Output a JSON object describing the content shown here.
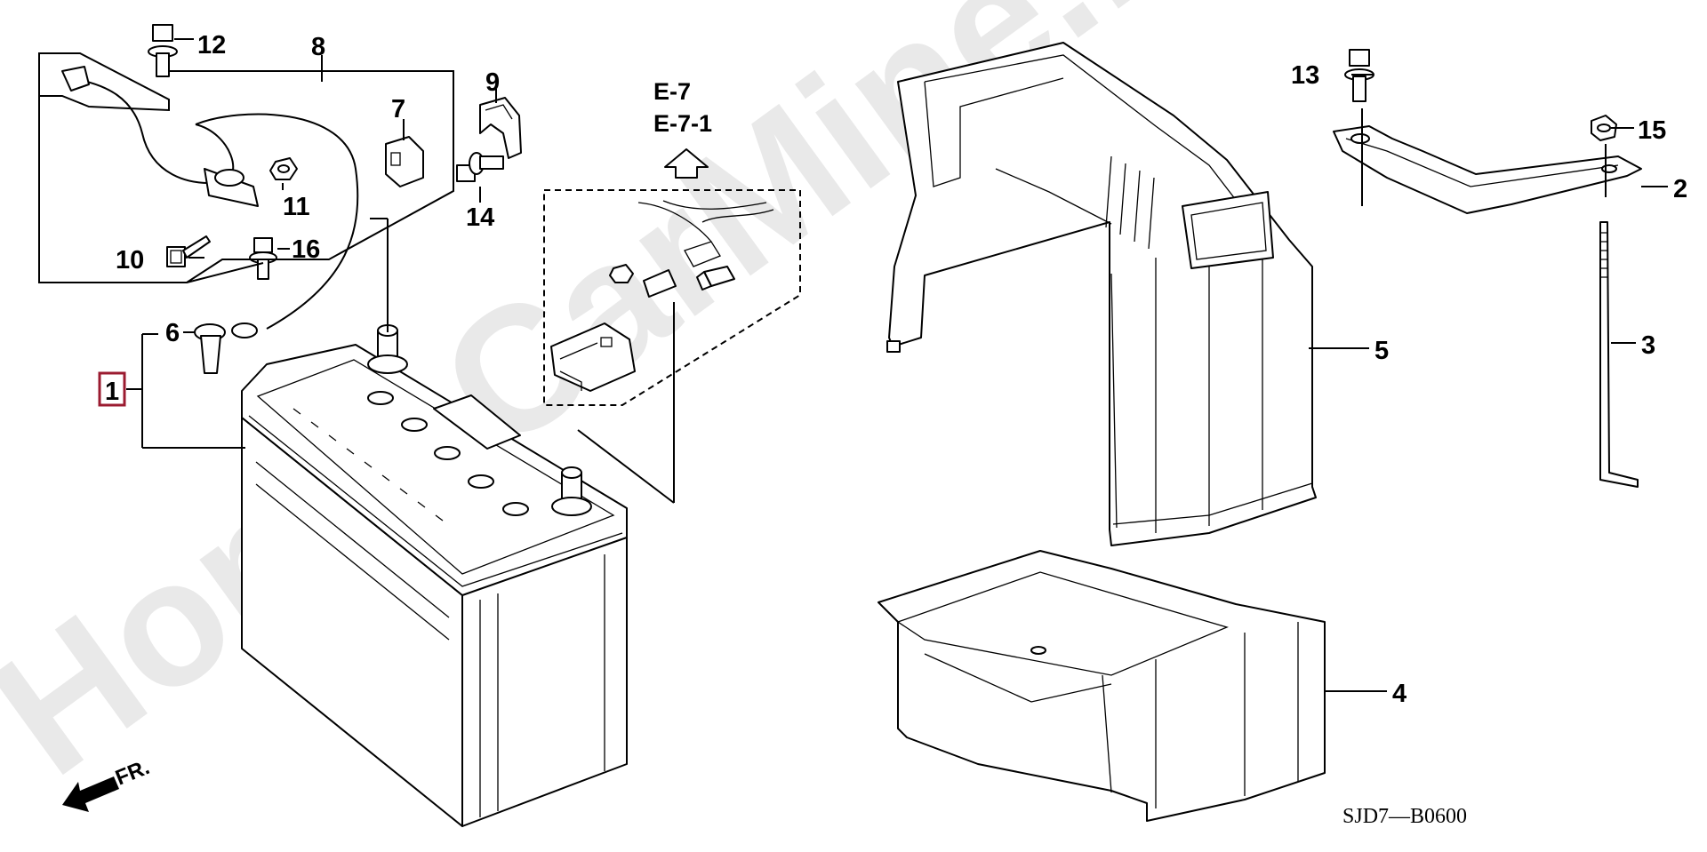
{
  "watermark": "HondaCarMine.ru",
  "diagram_code": "SJD7—B0600",
  "front_marker": "FR.",
  "references": [
    "E-7",
    "E-7-1"
  ],
  "parts": [
    {
      "id": "1",
      "highlight_color": "#9b1b30"
    },
    {
      "id": "2"
    },
    {
      "id": "3"
    },
    {
      "id": "4"
    },
    {
      "id": "5"
    },
    {
      "id": "6"
    },
    {
      "id": "7"
    },
    {
      "id": "8"
    },
    {
      "id": "9"
    },
    {
      "id": "10"
    },
    {
      "id": "11"
    },
    {
      "id": "12"
    },
    {
      "id": "13"
    },
    {
      "id": "14"
    },
    {
      "id": "15"
    },
    {
      "id": "16"
    }
  ]
}
